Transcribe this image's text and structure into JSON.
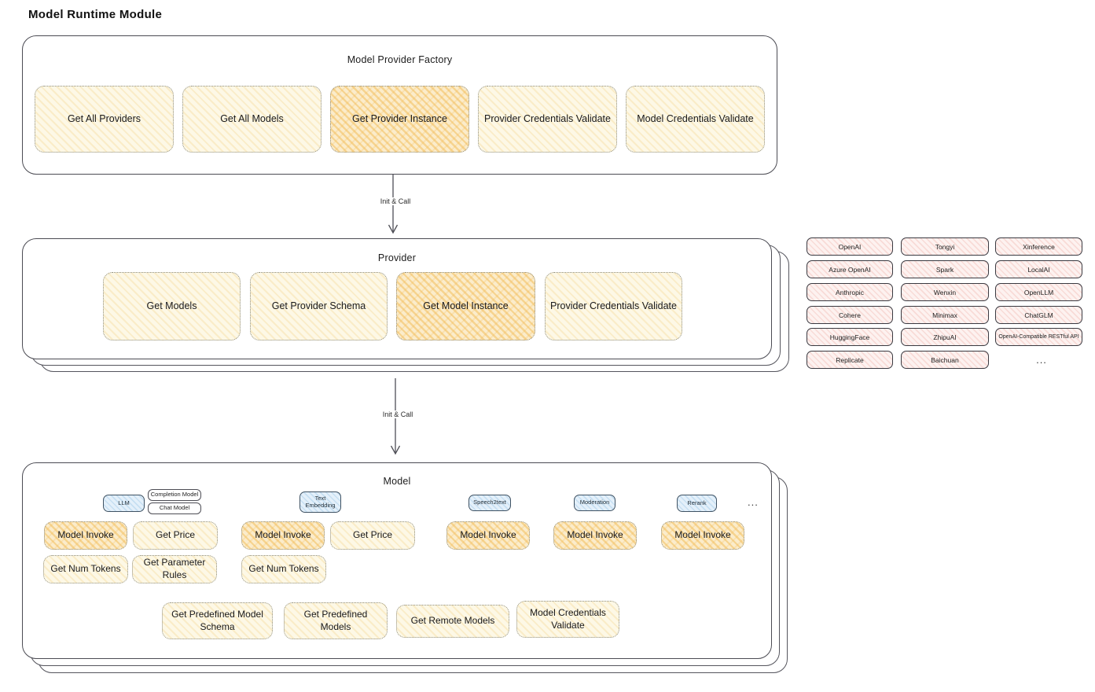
{
  "page": {
    "title": "Model Runtime Module"
  },
  "colors": {
    "node_fill": "#fdf8e6",
    "node_hatch": "#f0cd78",
    "highlight_fill": "#fbeccb",
    "highlight_hatch": "#f2ba54",
    "provider_pill_fill": "#fdf2f0",
    "provider_pill_hatch": "#eca096",
    "tag_fill": "#e4f0fa",
    "tag_hatch": "#96c3e6",
    "stroke": "#4b4b53"
  },
  "factory": {
    "title": "Model Provider Factory",
    "buttons": [
      {
        "label": "Get All Providers",
        "highlight": false
      },
      {
        "label": "Get All Models",
        "highlight": false
      },
      {
        "label": "Get Provider Instance",
        "highlight": true
      },
      {
        "label": "Provider Credentials Validate",
        "highlight": false
      },
      {
        "label": "Model Credentials Validate",
        "highlight": false
      }
    ]
  },
  "arrow1": {
    "label": "Init & Call"
  },
  "arrow2": {
    "label": "Init & Call"
  },
  "provider": {
    "title": "Provider",
    "buttons": [
      {
        "label": "Get Models",
        "highlight": false
      },
      {
        "label": "Get Provider Schema",
        "highlight": false
      },
      {
        "label": "Get Model Instance",
        "highlight": true
      },
      {
        "label": "Provider Credentials Validate",
        "highlight": false
      }
    ]
  },
  "providers_grid": {
    "col1": [
      "OpenAI",
      "Azure OpenAI",
      "Anthropic",
      "Cohere",
      "HuggingFace",
      "Replicate"
    ],
    "col2": [
      "Tongyi",
      "Spark",
      "Wenxin",
      "Minimax",
      "ZhipuAI",
      "Baichuan"
    ],
    "col3": [
      "Xinference",
      "LocalAI",
      "OpenLLM",
      "ChatGLM",
      "OpenAI-Compatible RESTful API"
    ],
    "more": "..."
  },
  "model": {
    "title": "Model",
    "tags": {
      "llm": "LLM",
      "completion": "Completion Model",
      "chat": "Chat Model",
      "text_embedding": "Text Embedding",
      "speech2text": "Speech2text",
      "moderation": "Moderation",
      "rerank": "Rerank",
      "more": "..."
    },
    "buttons": {
      "llm_invoke": "Model Invoke",
      "llm_price": "Get Price",
      "llm_tokens": "Get Num Tokens",
      "llm_params": "Get Parameter Rules",
      "embed_invoke": "Model Invoke",
      "embed_price": "Get Price",
      "embed_tokens": "Get Num Tokens",
      "speech_invoke": "Model Invoke",
      "moderation_invoke": "Model Invoke",
      "rerank_invoke": "Model Invoke"
    },
    "bottom": [
      "Get Predefined Model Schema",
      "Get Predefined Models",
      "Get Remote Models",
      "Model Credentials Validate"
    ]
  }
}
